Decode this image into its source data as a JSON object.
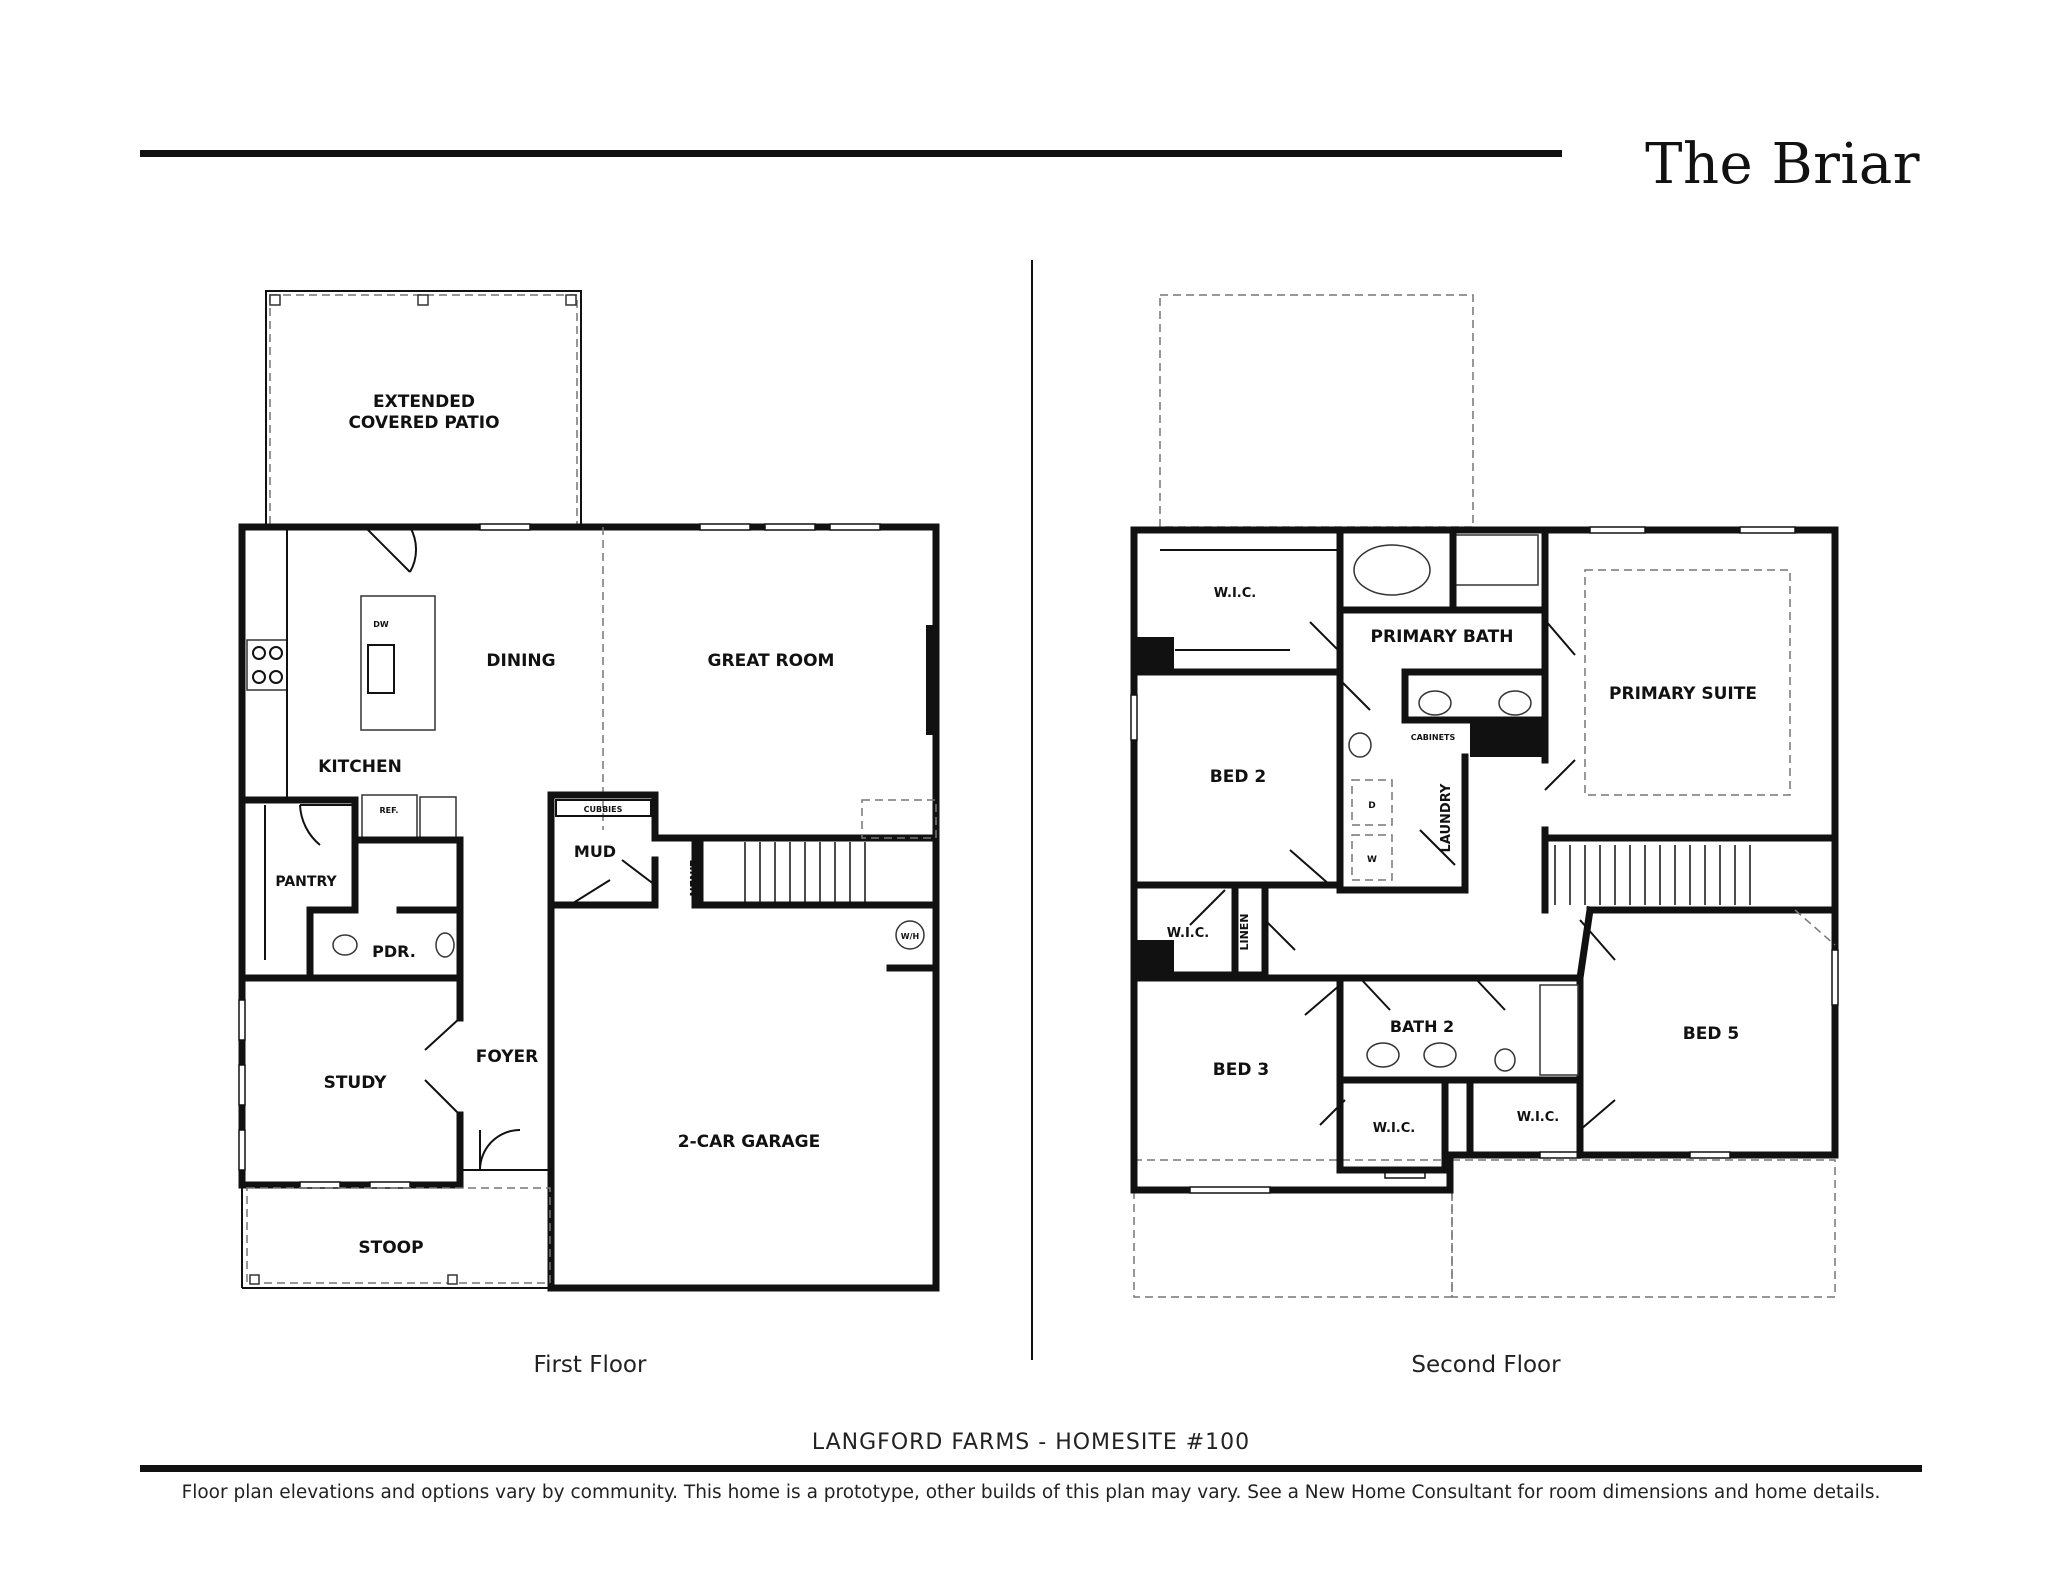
{
  "plan_name": "The Briar",
  "floors": {
    "first": {
      "caption": "First Floor",
      "rooms": {
        "patio_line1": "EXTENDED",
        "patio_line2": "COVERED PATIO",
        "kitchen": "KITCHEN",
        "dining": "DINING",
        "great_room": "GREAT ROOM",
        "pantry": "PANTRY",
        "powder": "PDR.",
        "mud": "MUD",
        "linen": "LINEN",
        "study": "STUDY",
        "foyer": "FOYER",
        "garage": "2-CAR GARAGE",
        "stoop": "STOOP"
      },
      "fixtures": {
        "dishwasher": "DW",
        "refrigerator": "REF.",
        "cubbies": "CUBBIES",
        "water_heater": "W/H"
      }
    },
    "second": {
      "caption": "Second Floor",
      "rooms": {
        "wic_primary": "W.I.C.",
        "primary_bath": "PRIMARY BATH",
        "primary_suite": "PRIMARY SUITE",
        "bed2": "BED 2",
        "laundry": "LAUNDRY",
        "wic_bed2": "W.I.C.",
        "linen": "LINEN",
        "bed3": "BED 3",
        "bath2": "BATH 2",
        "wic_bed3": "W.I.C.",
        "wic_bed5": "W.I.C.",
        "bed5": "BED 5"
      },
      "fixtures": {
        "cabinets": "CABINETS",
        "dryer": "D",
        "washer": "W"
      }
    }
  },
  "community": "LANGFORD FARMS - HOMESITE #100",
  "disclaimer": "Floor plan elevations and options vary by community. This home is a prototype, other builds of this plan may vary. See a New Home Consultant for room dimensions and home details."
}
